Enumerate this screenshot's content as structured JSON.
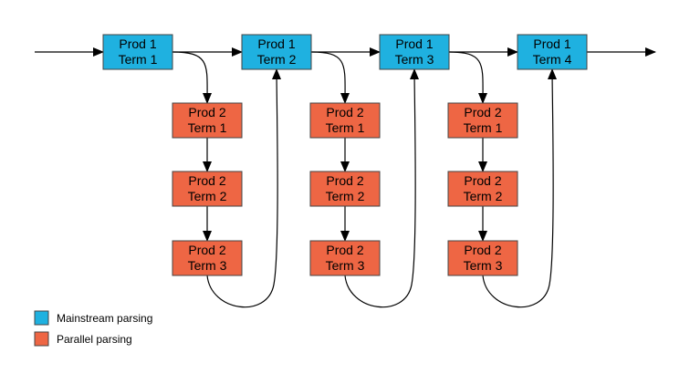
{
  "colors": {
    "mainstream": "#1fb1e0",
    "parallel": "#ee6644",
    "stroke": "#000000",
    "background": "#ffffff"
  },
  "mainstream": [
    {
      "id": "p1t1",
      "line1": "Prod 1",
      "line2": "Term 1"
    },
    {
      "id": "p1t2",
      "line1": "Prod 1",
      "line2": "Term 2"
    },
    {
      "id": "p1t3",
      "line1": "Prod 1",
      "line2": "Term 3"
    },
    {
      "id": "p1t4",
      "line1": "Prod 1",
      "line2": "Term 4"
    }
  ],
  "parallel_columns": [
    {
      "column": 1,
      "from": "p1t1",
      "to": "p1t2",
      "nodes": [
        {
          "line1": "Prod 2",
          "line2": "Term 1"
        },
        {
          "line1": "Prod 2",
          "line2": "Term 2"
        },
        {
          "line1": "Prod 2",
          "line2": "Term 3"
        }
      ]
    },
    {
      "column": 2,
      "from": "p1t2",
      "to": "p1t3",
      "nodes": [
        {
          "line1": "Prod 2",
          "line2": "Term 1"
        },
        {
          "line1": "Prod 2",
          "line2": "Term 2"
        },
        {
          "line1": "Prod 2",
          "line2": "Term 3"
        }
      ]
    },
    {
      "column": 3,
      "from": "p1t3",
      "to": "p1t4",
      "nodes": [
        {
          "line1": "Prod 2",
          "line2": "Term 1"
        },
        {
          "line1": "Prod 2",
          "line2": "Term 2"
        },
        {
          "line1": "Prod 2",
          "line2": "Term 3"
        }
      ]
    }
  ],
  "legend": [
    {
      "key": "mainstream",
      "label": "Mainstream parsing"
    },
    {
      "key": "parallel",
      "label": "Parallel parsing"
    }
  ]
}
